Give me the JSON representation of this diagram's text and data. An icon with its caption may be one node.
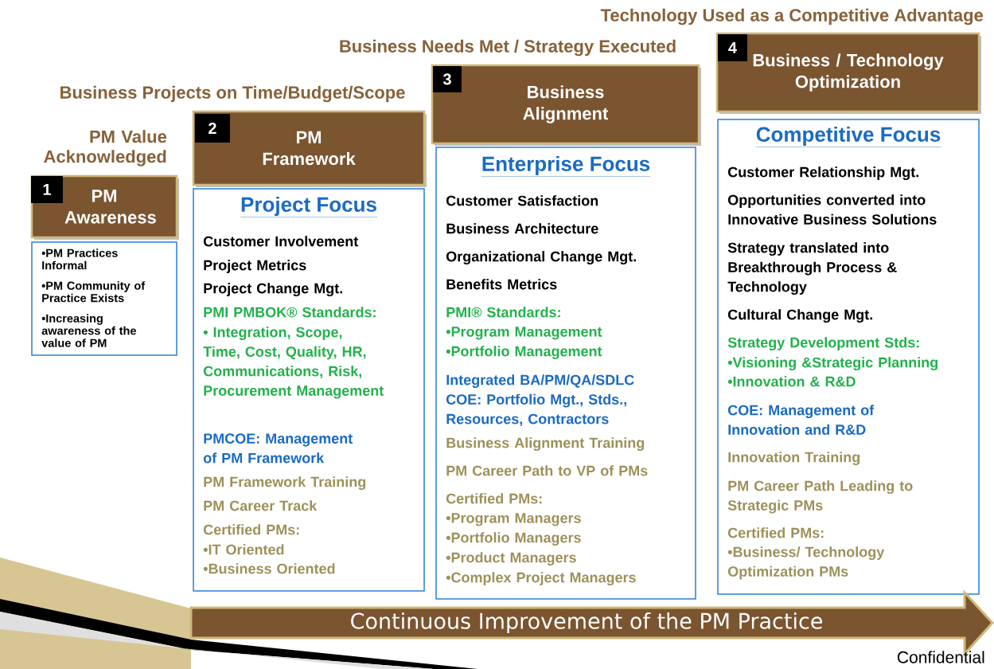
{
  "diagram": {
    "nodes": [
      {
        "text": [
          "PM Awareness"
        ],
        "beside": [
          "PM Value Acknowledged"
        ]
      },
      {
        "text": [
          "1"
        ],
        "in": 0
      },
      {
        "text": [
          "•PM Practices Informal",
          "•PM Community of Practice Exists",
          "•Increasing awareness of the value of PM"
        ]
      },
      {
        "text": [
          "PM Framework"
        ],
        "beside": [
          "Business Projects on Time/Budget/Scope"
        ]
      },
      {
        "text": [
          "2"
        ],
        "in": 3
      },
      {
        "text": [
          "Project Focus",
          "Customer Involvement",
          "Project Metrics",
          "Project Change Mgt.",
          "PMI PMBOK® Standards:",
          "• Integration, Scope, Time, Cost, Quality, HR, Communications, Risk, Procurement Management",
          "PMCOE: Management of PM Framework",
          "PM Framework Training",
          "PM Career Track",
          "Certified PMs:",
          "•IT Oriented",
          "•Business Oriented"
        ]
      },
      {
        "text": [
          "Business Alignment"
        ],
        "beside": [
          "Business Needs Met / Strategy Executed"
        ]
      },
      {
        "text": [
          "3"
        ],
        "in": 6
      },
      {
        "text": [
          "Enterprise Focus",
          "Customer Satisfaction",
          "Business Architecture",
          "Organizational Change Mgt.",
          "Benefits Metrics",
          "PMI® Standards:",
          "•Program Management",
          "•Portfolio Management",
          "Integrated BA/PM/QA/SDLC COE: Portfolio Mgt., Stds., Resources, Contractors",
          "Business Alignment Training",
          "PM Career Path to VP of PMs",
          "Certified PMs:",
          "•Program Managers",
          "•Portfolio Managers",
          "•Product Managers",
          "•Complex Project Managers"
        ]
      },
      {
        "text": [
          "Business / Technology Optimization"
        ],
        "beside": [
          "Technology Used as a Competitive Advantage"
        ]
      },
      {
        "text": [
          "4"
        ],
        "in": 9
      },
      {
        "text": [
          "Competitive Focus",
          "Customer Relationship Mgt.",
          "Opportunities converted into Innovative Business Solutions",
          "Strategy translated into Breakthrough Process & Technology",
          "Cultural Change Mgt.",
          "Strategy Development Stds:",
          "•Visioning &Strategic Planning",
          "•Innovation & R&D",
          "COE: Management of Innovation and R&D",
          "Innovation Training",
          "PM Career Path Leading to Strategic PMs",
          "Certified PMs:",
          "•Business/ Technology Optimization PMs"
        ]
      },
      {
        "text": [
          "Continuous Improvement of the PM Practice"
        ]
      }
    ],
    "labels": [
      "Confidential"
    ]
  }
}
